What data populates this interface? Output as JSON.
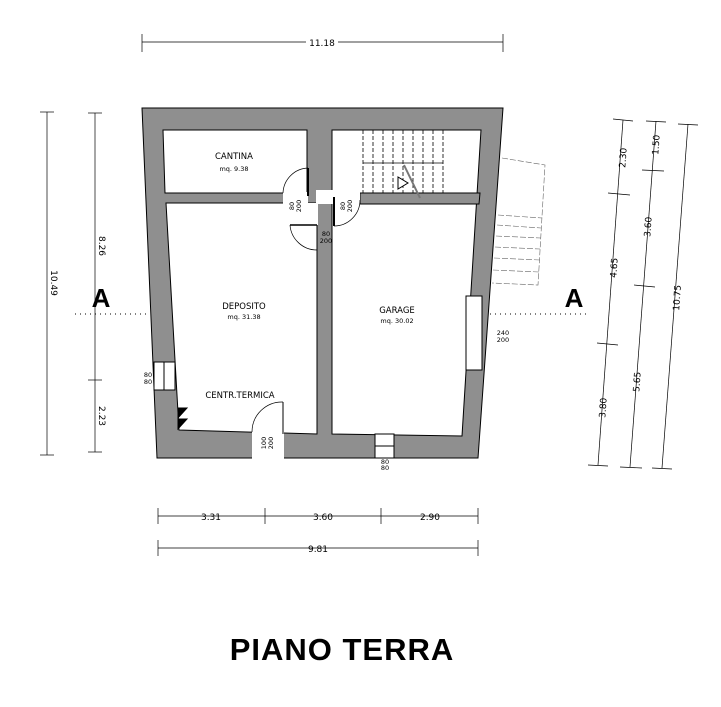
{
  "title": "PIANO TERRA",
  "colors": {
    "wall": "#8f8f8f",
    "line": "#000000"
  },
  "section_marker": "A",
  "rooms": {
    "cantina": {
      "name": "CANTINA",
      "area": "mq. 9.38"
    },
    "deposito": {
      "name": "DEPOSITO",
      "area": "mq. 31.38"
    },
    "garage": {
      "name": "GARAGE",
      "area": "mq. 30.02"
    },
    "centrale": {
      "name": "CENTR.TERMICA"
    }
  },
  "openings": {
    "door_cantina": [
      "80",
      "200"
    ],
    "door_garage_stair": [
      "80",
      "200"
    ],
    "door_deposito": [
      "80",
      "200"
    ],
    "door_ext": [
      "100",
      "200"
    ],
    "window_left": [
      "80",
      "80"
    ],
    "window_garage": [
      "240",
      "200"
    ],
    "window_bottom": [
      "80",
      "80"
    ]
  },
  "dimensions": {
    "top": "11.18",
    "left_total": "10.49",
    "left_upper": "8.26",
    "left_lower": "2.23",
    "bottom_parts": [
      "3.31",
      "3.60",
      "2.90"
    ],
    "bottom_total": "9.81",
    "right_a": [
      "2.30",
      "4.65",
      "3.80"
    ],
    "right_b": [
      "1.50",
      "3.60",
      "5.65"
    ],
    "right_total": "10.75"
  }
}
